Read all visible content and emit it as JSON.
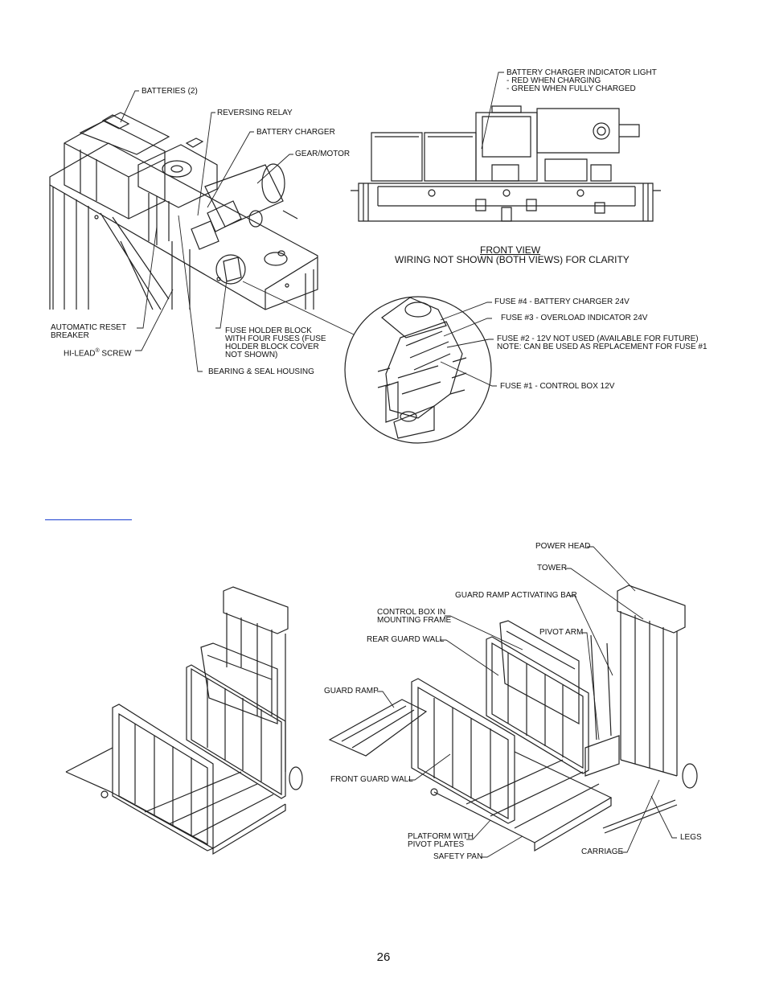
{
  "figure1": {
    "batteries": "BATTERIES (2)",
    "reversing_relay": "REVERSING RELAY",
    "battery_charger": "BATTERY CHARGER",
    "gear_motor": "GEAR/MOTOR",
    "auto_reset_breaker": "AUTOMATIC RESET\nBREAKER",
    "hi_lead_screw_prefix": "HI-LEAD",
    "hi_lead_screw_sup": "®",
    "hi_lead_screw_suffix": " SCREW",
    "fuse_holder_block": "FUSE HOLDER BLOCK\nWITH FOUR FUSES (FUSE\nHOLDER BLOCK COVER\nNOT SHOWN)",
    "bearing_seal_housing": "BEARING & SEAL HOUSING",
    "charger_indicator": "BATTERY CHARGER INDICATOR LIGHT\n- RED WHEN CHARGING\n- GREEN WHEN FULLY CHARGED",
    "front_view_title": "FRONT VIEW",
    "front_view_note": "WIRING NOT SHOWN (BOTH VIEWS) FOR CLARITY",
    "fuse4": "FUSE #4 - BATTERY CHARGER 24V",
    "fuse3": "FUSE #3 - OVERLOAD INDICATOR 24V",
    "fuse2": "FUSE #2 - 12V NOT USED (AVAILABLE FOR FUTURE)\nNOTE: CAN BE USED AS REPLACEMENT FOR FUSE #1",
    "fuse1": "FUSE #1 - CONTROL BOX 12V"
  },
  "figure2": {
    "power_head": "POWER HEAD",
    "tower": "TOWER",
    "guard_ramp_bar": "GUARD RAMP ACTIVATING BAR",
    "control_box": "CONTROL BOX IN\nMOUNTING FRAME",
    "pivot_arm": "PIVOT ARM",
    "rear_guard_wall": "REAR GUARD WALL",
    "guard_ramp": "GUARD RAMP",
    "front_guard_wall": "FRONT GUARD WALL",
    "platform": "PLATFORM WITH\nPIVOT PLATES",
    "safety_pan": "SAFETY PAN",
    "carriage": "CARRIAGE",
    "legs": "LEGS"
  },
  "page_number": "26"
}
